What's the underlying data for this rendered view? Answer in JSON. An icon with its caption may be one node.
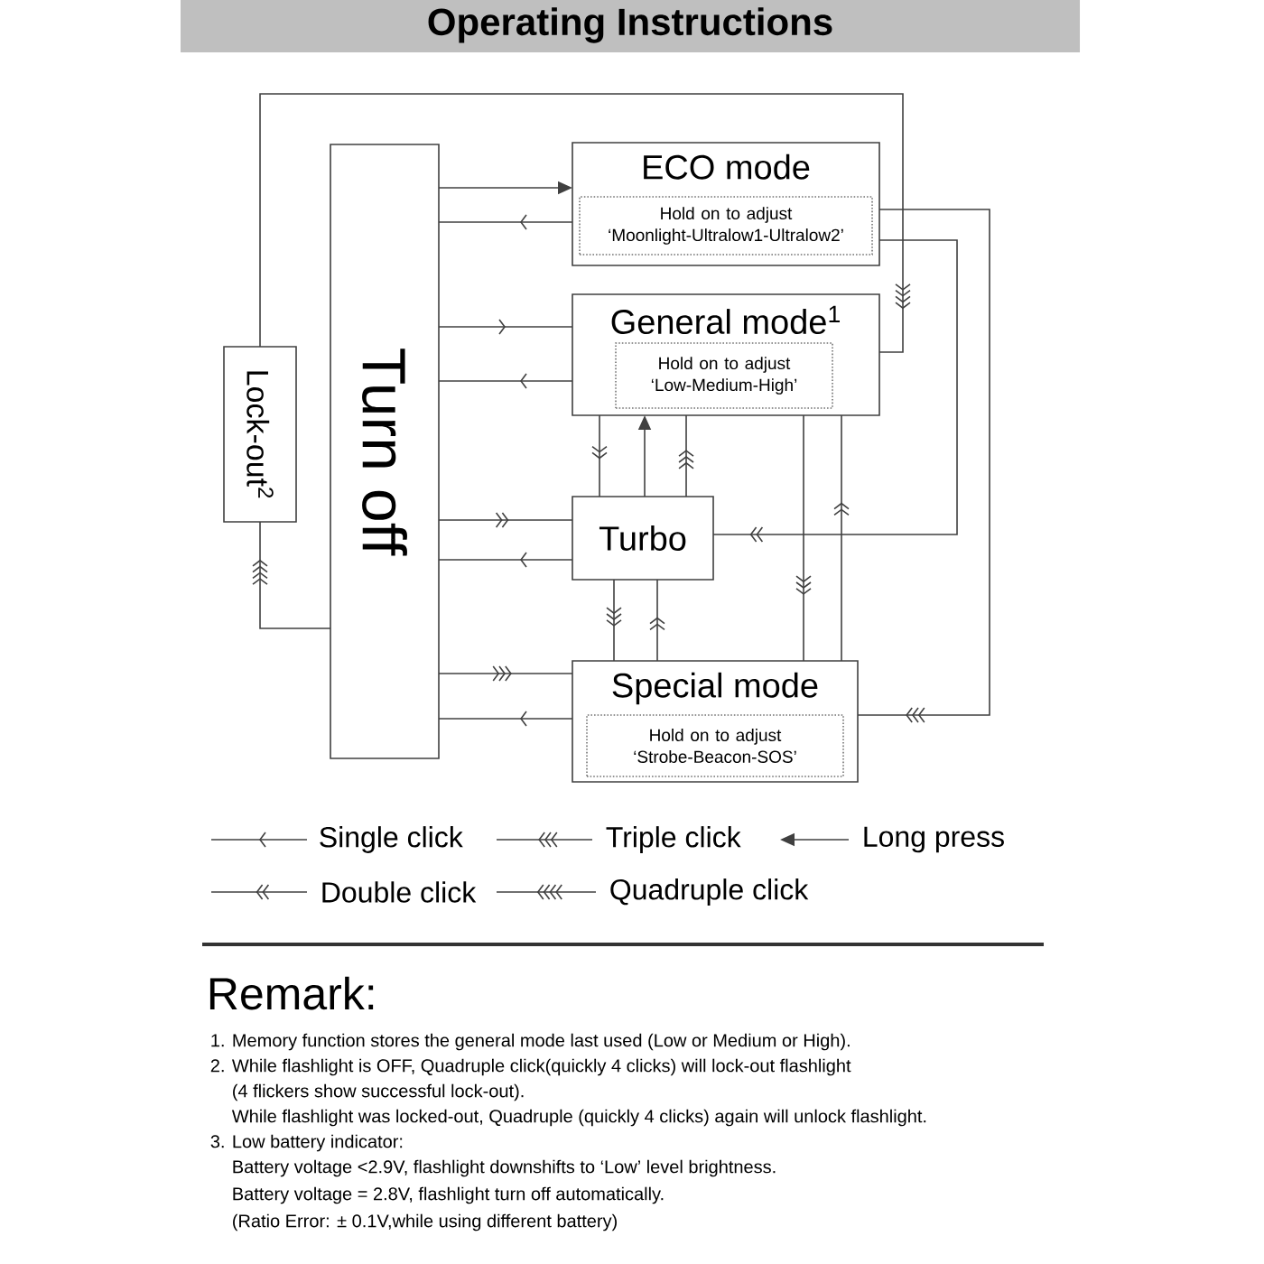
{
  "diagram": {
    "title": "Operating Instructions",
    "nodes": [
      {
        "text": [
          "Turn off"
        ]
      },
      {
        "text": [
          "Lock-out$^{2}$"
        ]
      },
      {
        "text": [
          "ECO mode"
        ]
      },
      {
        "text": [
          "Hold on to adjust ‘Moonlight-Ultralow1-Ultralow2’"
        ],
        "in": 2
      },
      {
        "text": [
          "General mode$^{1}$"
        ]
      },
      {
        "text": [
          "Hold on to adjust ‘Low-Medium-High’"
        ],
        "in": 4
      },
      {
        "text": [
          "Turbo"
        ]
      },
      {
        "text": [
          "Special mode"
        ]
      },
      {
        "text": [
          "Hold on to adjust ‘Strobe-Beacon-SOS’"
        ],
        "in": 7
      }
    ],
    "edges": [
      {
        "from": 0,
        "to": 2,
        "arrow": "to"
      },
      {
        "from": 2,
        "to": 0,
        "arrow": "to"
      },
      {
        "from": 0,
        "to": 4,
        "arrow": "to"
      },
      {
        "from": 4,
        "to": 0,
        "arrow": "to"
      },
      {
        "from": 0,
        "to": 6,
        "arrow": "to"
      },
      {
        "from": 6,
        "to": 0,
        "arrow": "to"
      },
      {
        "from": 0,
        "to": 7,
        "arrow": "to"
      },
      {
        "from": 7,
        "to": 0,
        "arrow": "to"
      },
      {
        "from": 4,
        "to": 6,
        "arrow": "to"
      },
      {
        "from": 6,
        "to": 4,
        "arrow": "to"
      },
      {
        "from": 6,
        "to": 4,
        "arrow": "to"
      },
      {
        "from": 6,
        "to": 7,
        "arrow": "to"
      },
      {
        "from": 7,
        "to": 6,
        "arrow": "to"
      },
      {
        "from": 4,
        "to": 7,
        "arrow": "to"
      },
      {
        "from": 7,
        "to": 4,
        "arrow": "to"
      },
      {
        "from": 2,
        "to": 7,
        "arrow": "to"
      },
      {
        "from": 2,
        "to": 6,
        "arrow": "to"
      },
      {
        "from": 1,
        "to": 4,
        "arrow": "to"
      },
      {
        "from": 0,
        "to": 1,
        "arrow": "to"
      }
    ],
    "labels": [
      "Remark:",
      "1. Memory function stores the general mode last used (Low or Medium or High).",
      "2. While flashlight is OFF, Quadruple click(quickly 4 clicks) will lock-out flashlight",
      "(4 flickers show successful lock-out).",
      "While flashlight was locked-out, Quadruple (quickly 4 clicks) again will unlock flashlight.",
      "3. Low battery indicator:",
      "Battery voltage <2.9V, flashlight downshifts to ‘Low’ level brightness.",
      "Battery voltage = 2.8V, flashlight turn off automatically.",
      "(Ratio Error: ± 0.1V,while using different battery)"
    ],
    "legend": [
      {
        "text": "Single click"
      },
      {
        "text": "Triple click"
      },
      {
        "text": "Long press"
      },
      {
        "text": "Double click"
      },
      {
        "text": "Quadruple click"
      }
    ]
  }
}
